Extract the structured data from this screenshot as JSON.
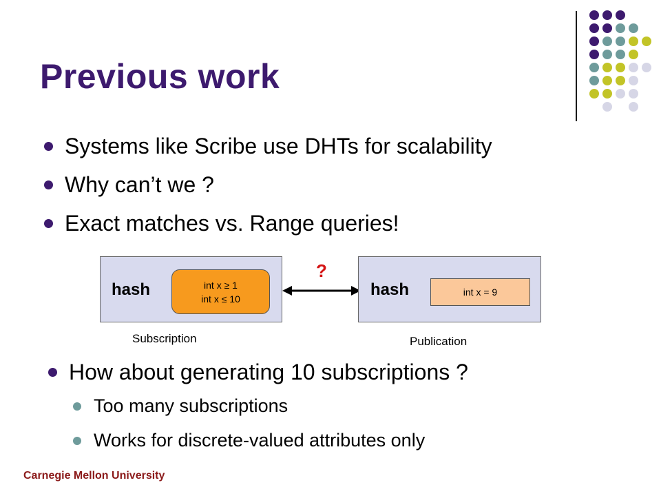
{
  "slide": {
    "title": "Previous work",
    "bullets": [
      "Systems like Scribe use DHTs for scalability",
      "Why can’t we ?",
      "Exact matches vs. Range queries!"
    ],
    "diagram": {
      "subscription": {
        "hash_label": "hash",
        "predicate_line1": "int x ≥ 1",
        "predicate_line2": "int x ≤ 10",
        "caption": "Subscription"
      },
      "publication": {
        "hash_label": "hash",
        "predicate": "int x = 9",
        "caption": "Publication"
      },
      "question_mark": "?"
    },
    "bullet2": {
      "main": "How about generating 10 subscriptions ?",
      "sub": [
        "Too many subscriptions",
        "Works for discrete-valued attributes only"
      ]
    },
    "footer": "Carnegie Mellon University"
  },
  "colors": {
    "title": "#3d1a6e",
    "purple_dot": "#3d1a6e",
    "teal_dot": "#6e9b9b",
    "lime_dot": "#c2c427",
    "lavender_dot": "#d6d6e6",
    "box_fill": "#d8daee",
    "subscription_fill": "#f79a1e",
    "publication_fill": "#fbc89a",
    "question_mark": "#d41414",
    "footer": "#8b1a1a"
  }
}
